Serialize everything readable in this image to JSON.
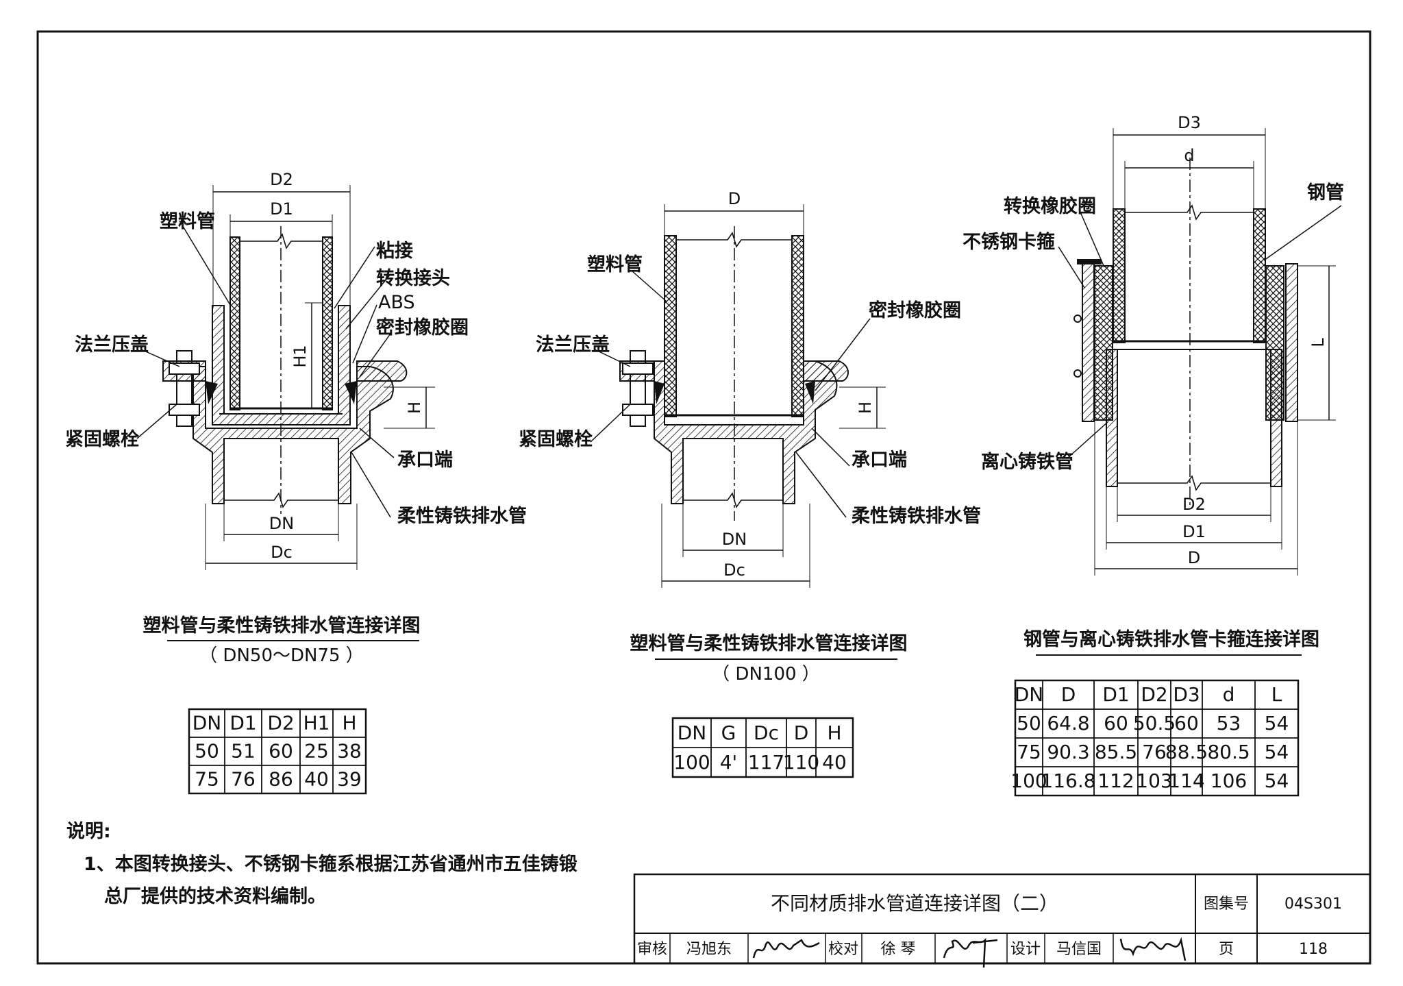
{
  "details": {
    "left": {
      "labels": {
        "plastic_pipe": "塑料管",
        "bonding": "粘接",
        "adapter": "转换接头",
        "abs": "ABS",
        "seal_ring": "密封橡胶圈",
        "flange_cover": "法兰压盖",
        "bolt": "紧固螺栓",
        "socket_end": "承口端",
        "cast_iron_pipe": "柔性铸铁排水管"
      },
      "dims": {
        "D2": "D2",
        "D1": "D1",
        "H1": "H1",
        "H": "H",
        "DN": "DN",
        "Dc": "Dc"
      },
      "title": "塑料管与柔性铸铁排水管连接详图",
      "subtitle": "（ DN50～DN75 ）",
      "table": {
        "headers": [
          "DN",
          "D1",
          "D2",
          "H1",
          "H"
        ],
        "rows": [
          [
            "50",
            "51",
            "60",
            "25",
            "38"
          ],
          [
            "75",
            "76",
            "86",
            "40",
            "39"
          ]
        ]
      }
    },
    "middle": {
      "labels": {
        "plastic_pipe": "塑料管",
        "seal_ring": "密封橡胶圈",
        "flange_cover": "法兰压盖",
        "bolt": "紧固螺栓",
        "socket_end": "承口端",
        "cast_iron_pipe": "柔性铸铁排水管"
      },
      "dims": {
        "D": "D",
        "H": "H",
        "DN": "DN",
        "Dc": "Dc"
      },
      "title": "塑料管与柔性铸铁排水管连接详图",
      "subtitle": "（ DN100 ）",
      "table": {
        "headers": [
          "DN",
          "G",
          "Dc",
          "D",
          "H"
        ],
        "rows": [
          [
            "100",
            "4'",
            "117",
            "110",
            "40"
          ]
        ]
      }
    },
    "right": {
      "labels": {
        "adapter_ring": "转换橡胶圈",
        "steel_pipe": "钢管",
        "clamp": "不锈钢卡箍",
        "centrifugal_pipe": "离心铸铁管"
      },
      "dims": {
        "D3": "D3",
        "d": "d",
        "L": "L",
        "D2": "D2",
        "D1": "D1",
        "D": "D"
      },
      "title": "钢管与离心铸铁排水管卡箍连接详图",
      "table": {
        "headers": [
          "DN",
          "D",
          "D1",
          "D2",
          "D3",
          "d",
          "L"
        ],
        "rows": [
          [
            "50",
            "64.8",
            "60",
            "50.5",
            "60",
            "53",
            "54"
          ],
          [
            "75",
            "90.3",
            "85.5",
            "76",
            "88.5",
            "80.5",
            "54"
          ],
          [
            "100",
            "116.8",
            "112",
            "103",
            "114",
            "106",
            "54"
          ]
        ]
      }
    }
  },
  "notes": {
    "heading": "说明:",
    "line1": "1、本图转换接头、不锈钢卡箍系根据江苏省通州市五佳铸锻",
    "line2": "总厂提供的技术资料编制。"
  },
  "title_block": {
    "drawing_title": "不同材质排水管道连接详图（二）",
    "atlas_label": "图集号",
    "atlas_no": "04S301",
    "review_label": "审核",
    "reviewer": "冯旭东",
    "check_label": "校对",
    "checker": "徐 琴",
    "design_label": "设计",
    "designer": "马信国",
    "page_label": "页",
    "page_no": "118"
  }
}
